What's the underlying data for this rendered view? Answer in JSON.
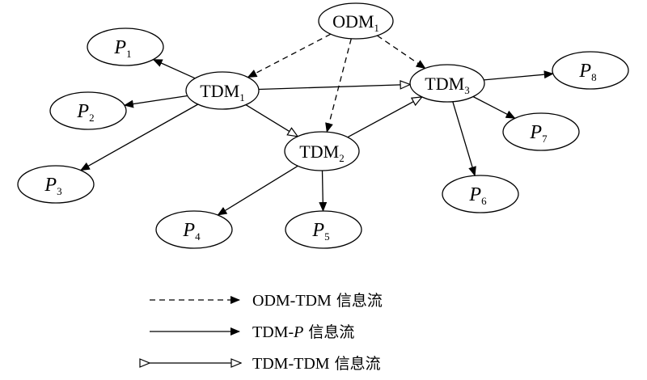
{
  "nodes": {
    "odm1": {
      "base": "ODM",
      "sub": "1"
    },
    "tdm1": {
      "base": "TDM",
      "sub": "1"
    },
    "tdm2": {
      "base": "TDM",
      "sub": "2"
    },
    "tdm3": {
      "base": "TDM",
      "sub": "3"
    },
    "p1": {
      "base": "P",
      "sub": "1"
    },
    "p2": {
      "base": "P",
      "sub": "2"
    },
    "p3": {
      "base": "P",
      "sub": "3"
    },
    "p4": {
      "base": "P",
      "sub": "4"
    },
    "p5": {
      "base": "P",
      "sub": "5"
    },
    "p6": {
      "base": "P",
      "sub": "6"
    },
    "p7": {
      "base": "P",
      "sub": "7"
    },
    "p8": {
      "base": "P",
      "sub": "8"
    }
  },
  "edges": {
    "dashed": [
      [
        "odm1",
        "tdm1"
      ],
      [
        "odm1",
        "tdm2"
      ],
      [
        "odm1",
        "tdm3"
      ]
    ],
    "solid": [
      [
        "tdm1",
        "p1"
      ],
      [
        "tdm1",
        "p2"
      ],
      [
        "tdm1",
        "p3"
      ],
      [
        "tdm2",
        "p4"
      ],
      [
        "tdm2",
        "p5"
      ],
      [
        "tdm3",
        "p6"
      ],
      [
        "tdm3",
        "p7"
      ],
      [
        "tdm3",
        "p8"
      ]
    ],
    "bidirectional": [
      [
        "tdm1",
        "tdm3"
      ],
      [
        "tdm1",
        "tdm2"
      ],
      [
        "tdm2",
        "tdm3"
      ]
    ]
  },
  "legend": {
    "dashed": {
      "prefix": "ODM-TDM",
      "suffix": " 信息流"
    },
    "solid": {
      "prefix": "TDM-",
      "italic": "P",
      "suffix": " 信息流"
    },
    "bidirectional": {
      "prefix": "TDM-TDM",
      "suffix": " 信息流"
    }
  }
}
